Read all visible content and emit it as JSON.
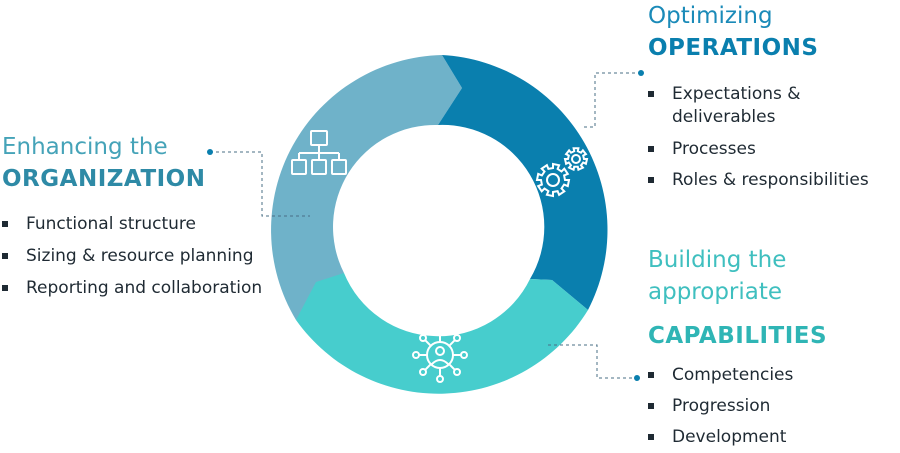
{
  "colors": {
    "organization": "#6fb2c9",
    "operations": "#0a7fae",
    "capabilities": "#47cdcd",
    "text": "#1f2a33",
    "connector": "#4a6f86"
  },
  "organization": {
    "heading_light": "Enhancing the",
    "heading_bold": "ORGANIZATION",
    "icon": "org-chart-icon",
    "bullets": [
      "Functional structure",
      "Sizing & resource planning",
      "Reporting and collaboration"
    ]
  },
  "operations": {
    "heading_light": "Optimizing",
    "heading_bold": "OPERATIONS",
    "icon": "gears-icon",
    "bullets": [
      "Expectations & deliverables",
      "Processes",
      "Roles & responsibilities"
    ]
  },
  "capabilities": {
    "heading_light_1": "Building the",
    "heading_light_2": "appropriate",
    "heading_bold": "CAPABILITIES",
    "icon": "people-network-icon",
    "bullets": [
      "Competencies",
      "Progression",
      "Development"
    ]
  }
}
